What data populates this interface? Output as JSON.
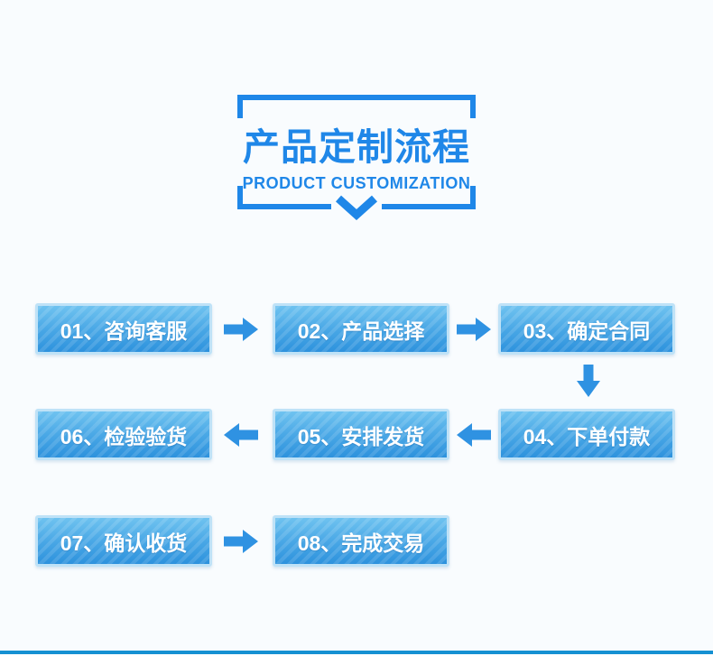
{
  "page": {
    "title_cn": "产品定制流程",
    "title_en": "PRODUCT CUSTOMIZATION"
  },
  "colors": {
    "accent": "#1f87e8",
    "background": "#f9fcfe",
    "box_border": "#bfe2f7",
    "box_top": "#6fc3f0",
    "box_bottom": "#2d92dd",
    "box_text": "#ffffff",
    "arrow": "#2f92e2",
    "footer_bar": "#1590d2"
  },
  "flow": {
    "steps": [
      {
        "label": "01、咨询客服"
      },
      {
        "label": "02、产品选择"
      },
      {
        "label": "03、确定合同"
      },
      {
        "label": "04、下单付款"
      },
      {
        "label": "05、安排发货"
      },
      {
        "label": "06、检验验货"
      },
      {
        "label": "07、确认收货"
      },
      {
        "label": "08、完成交易"
      }
    ],
    "icons": {
      "arrow_right": "➡",
      "arrow_left": "⬅",
      "arrow_down": "⬇",
      "chevron_down": "⌄"
    }
  }
}
